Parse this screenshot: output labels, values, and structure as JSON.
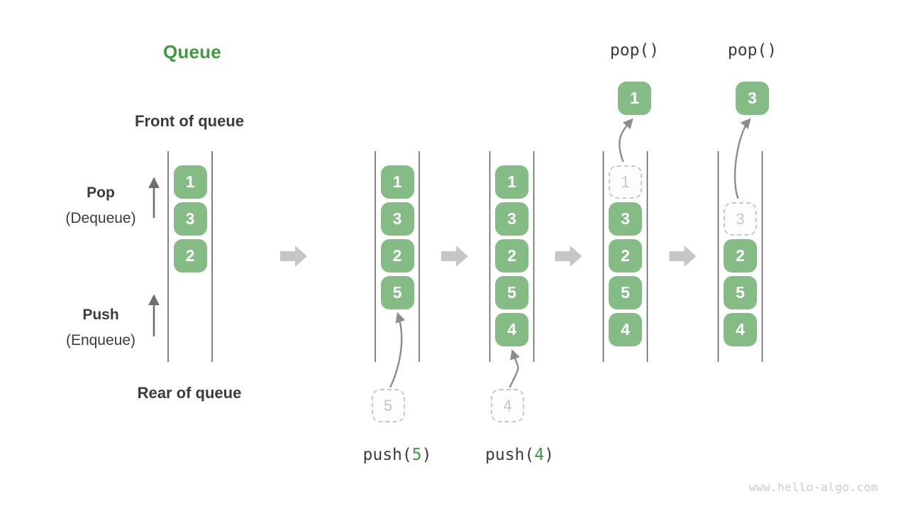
{
  "title": "Queue",
  "labels": {
    "front": "Front of queue",
    "rear": "Rear of queue",
    "pop": "Pop",
    "pop_sub": "(Dequeue)",
    "push": "Push",
    "push_sub": "(Enqueue)"
  },
  "watermark": "www.hello-algo.com",
  "colors": {
    "cell_green": "#85BB85",
    "accent_green": "#3F9A44",
    "text_dark": "#3B3B3B",
    "ghost_gray": "#C8C8C8",
    "curve_arrow_gray": "#8C8C8C",
    "block_arrow_gray": "#C6C6C6",
    "wall_line_gray": "#646464"
  },
  "states": [
    {
      "queue": [
        "1",
        "3",
        "2"
      ]
    },
    {
      "queue": [
        "1",
        "3",
        "2",
        "5"
      ],
      "push": {
        "func": "push(",
        "value": "5",
        "close": ")"
      }
    },
    {
      "queue": [
        "1",
        "3",
        "2",
        "5",
        "4"
      ],
      "push": {
        "func": "push(",
        "value": "4",
        "close": ")"
      }
    },
    {
      "queue": [
        "1",
        "3",
        "2",
        "5",
        "4"
      ],
      "ghost_index": 0,
      "pop": {
        "label": "pop()",
        "value": "1"
      }
    },
    {
      "queue": [
        "3",
        "2",
        "5",
        "4"
      ],
      "ghost_index": 0,
      "start_slot": 1,
      "pop": {
        "label": "pop()",
        "value": "3"
      }
    }
  ]
}
